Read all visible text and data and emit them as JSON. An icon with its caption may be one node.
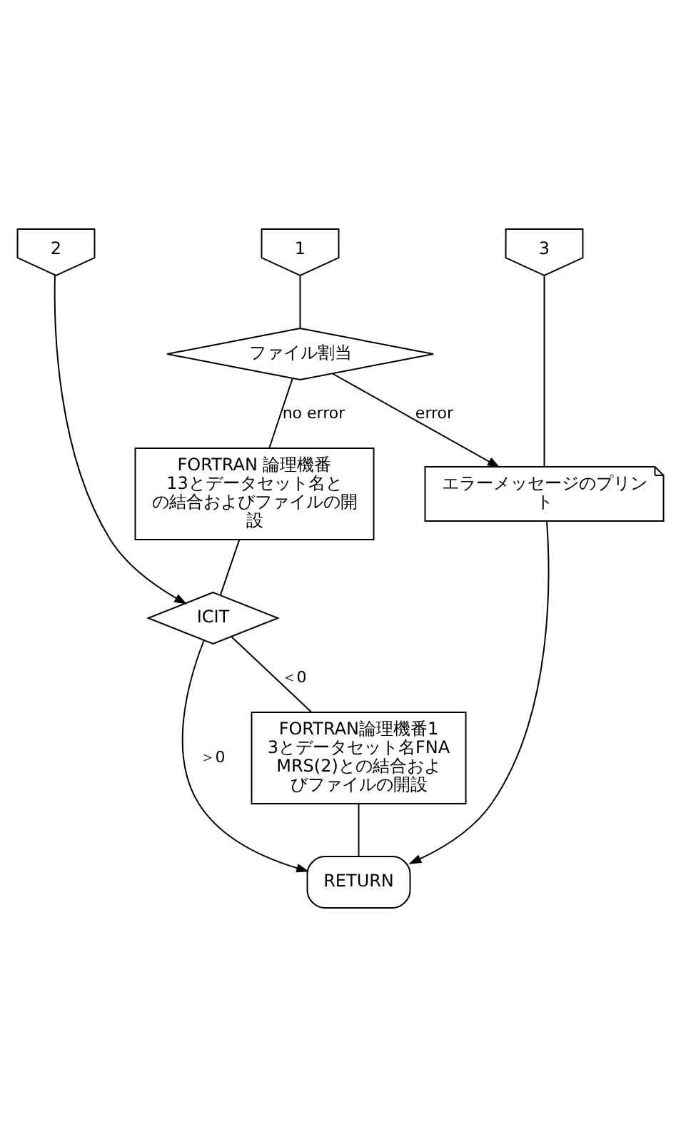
{
  "diagram": {
    "nodes": [
      {
        "text": [
          "1"
        ]
      },
      {
        "text": [
          "2"
        ]
      },
      {
        "text": [
          "3"
        ]
      },
      {
        "text": [
          "ファイル割当"
        ]
      },
      {
        "text": [
          "FORTRAN 論理機番 13とデータセット名との結合およびファイルの開設"
        ]
      },
      {
        "text": [
          "ICIT"
        ]
      },
      {
        "text": [
          "FORTRAN論理機番13とデータセット名FNAMRS(2)との結合およびファイルの開設"
        ]
      },
      {
        "text": [
          "エラーメッセージのプリント"
        ]
      },
      {
        "text": [
          "RETURN"
        ]
      }
    ],
    "edges": [
      {
        "from": 0,
        "to": 3,
        "arrow": "none"
      },
      {
        "from": 3,
        "to": 4,
        "label": "no error",
        "arrow": "none"
      },
      {
        "from": 3,
        "to": 7,
        "label": "error",
        "arrow": "to"
      },
      {
        "from": 2,
        "to": 7,
        "arrow": "none"
      },
      {
        "from": 4,
        "to": 5,
        "arrow": "none"
      },
      {
        "from": 1,
        "to": 5,
        "arrow": "to"
      },
      {
        "from": 5,
        "to": 6,
        "label": "＜0",
        "arrow": "none"
      },
      {
        "from": 5,
        "to": 8,
        "label": "＞0",
        "arrow": "to"
      },
      {
        "from": 6,
        "to": 8,
        "arrow": "none"
      },
      {
        "from": 7,
        "to": 8,
        "arrow": "to"
      }
    ]
  }
}
